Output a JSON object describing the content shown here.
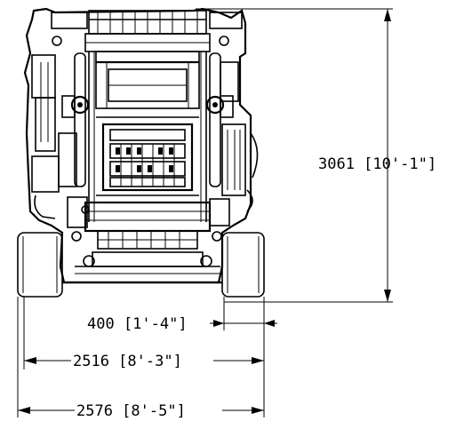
{
  "drawing": {
    "subject": "Machine front elevation with overall dimensions"
  },
  "dimensions": {
    "height": "3061 [10'-1\"]",
    "track_width": "400 [1'-4\"]",
    "track_gauge": "2516 [8'-3\"]",
    "overall_width": "2576 [8'-5\"]"
  }
}
